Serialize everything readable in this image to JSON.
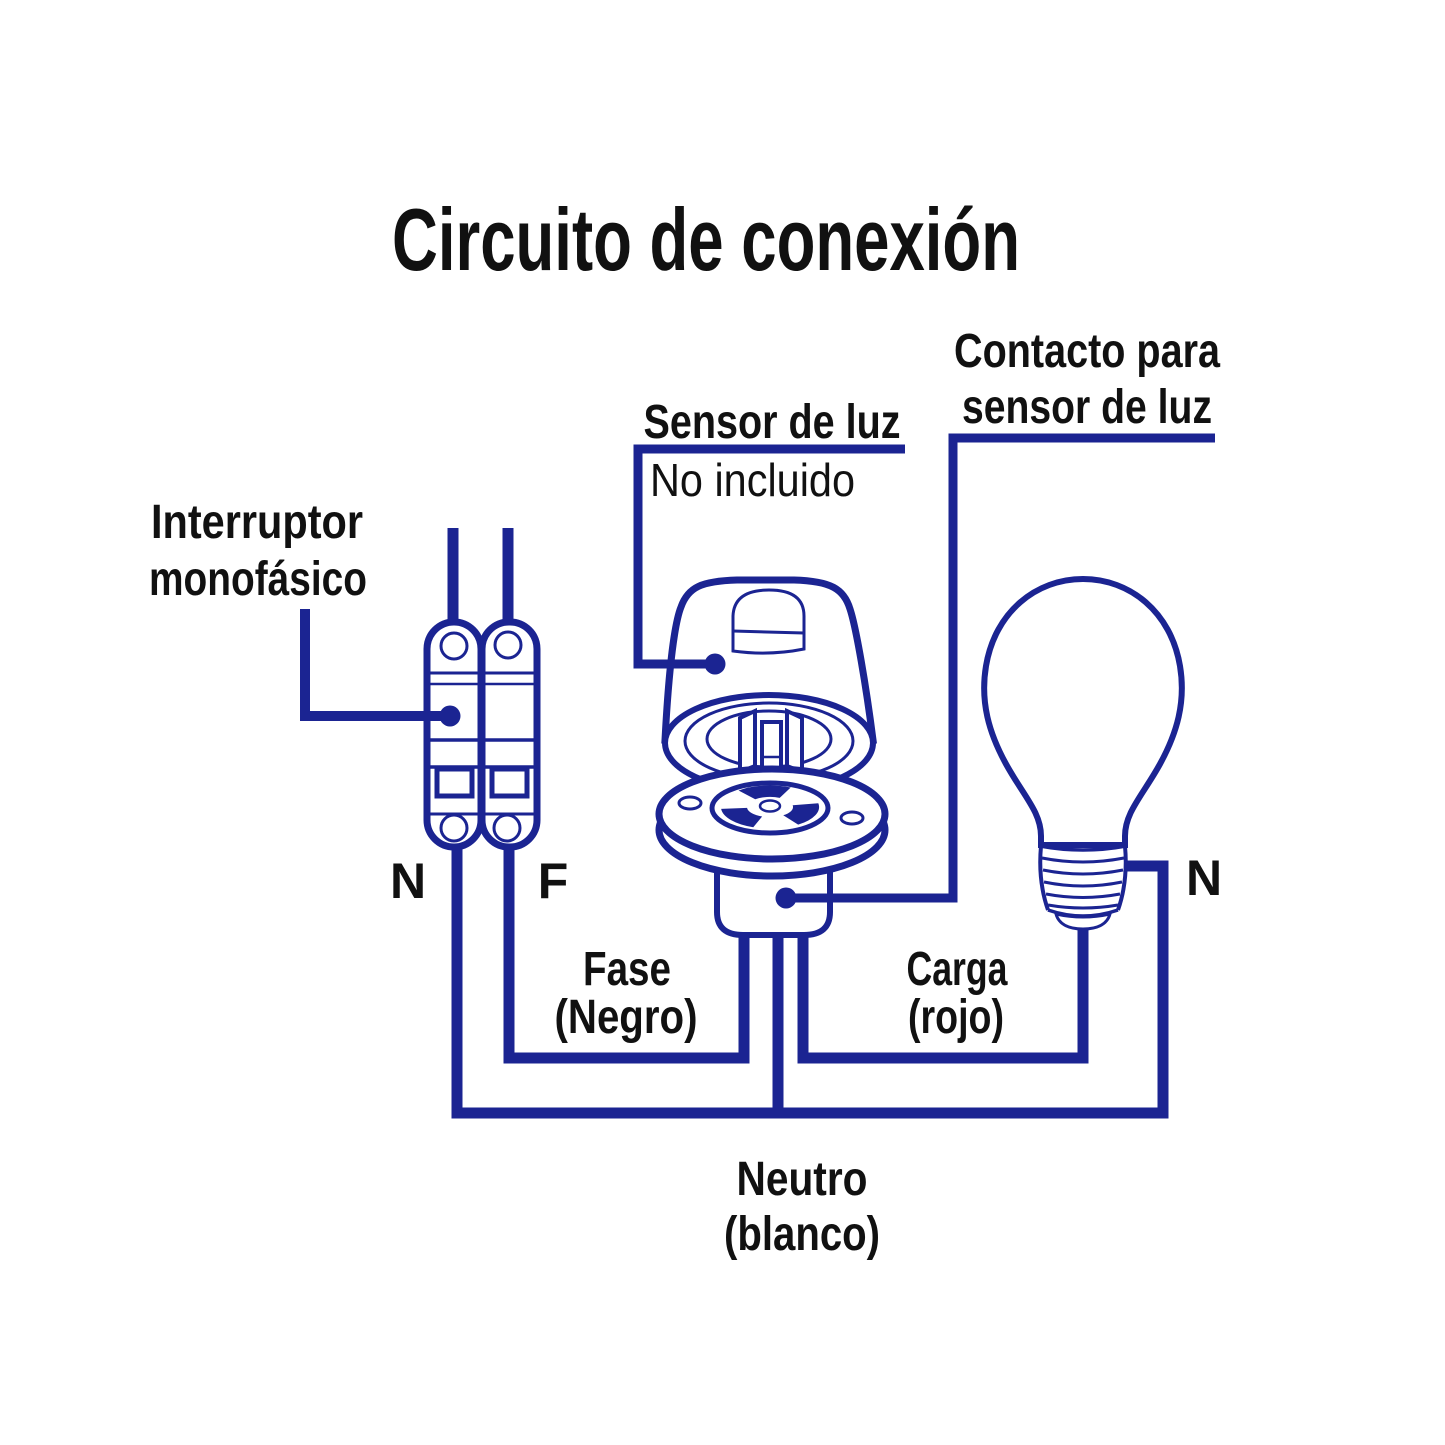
{
  "title": "Circuito de conexión",
  "colors": {
    "line": "#1B2492",
    "text": "#111111",
    "bg": "#FFFFFF"
  },
  "breaker": {
    "label_line1": "Interruptor",
    "label_line2": "monofásico",
    "terminal_left": "N",
    "terminal_right": "F"
  },
  "sensor": {
    "label": "Sensor de luz",
    "note": "No incluido"
  },
  "contact": {
    "label_line1": "Contacto para",
    "label_line2": "sensor de luz"
  },
  "bulb": {
    "terminal": "N"
  },
  "wires": {
    "phase": {
      "line1": "Fase",
      "line2": "(Negro)"
    },
    "load": {
      "line1": "Carga",
      "line2": "(rojo)"
    },
    "neutral": {
      "line1": "Neutro",
      "line2": "(blanco)"
    }
  }
}
